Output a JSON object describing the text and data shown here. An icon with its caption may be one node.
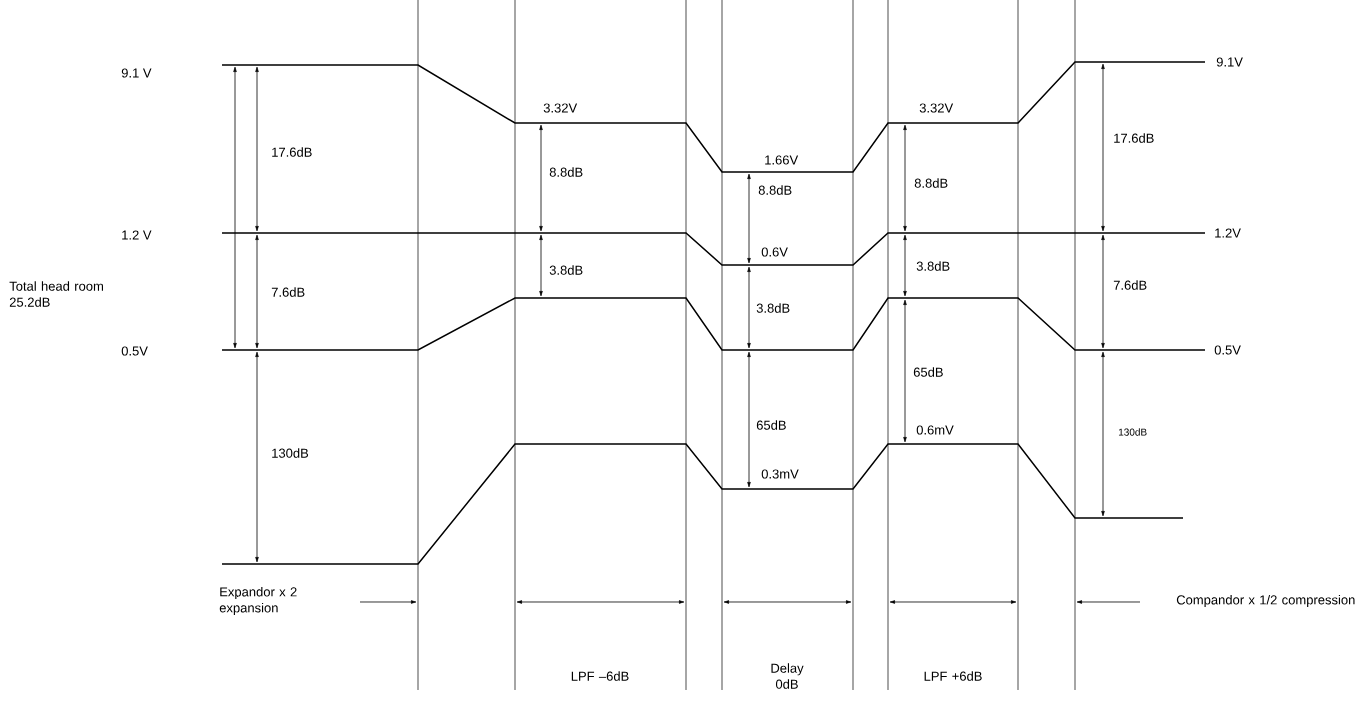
{
  "diagram": {
    "labels": [
      "9.1 V",
      "3.32V",
      "3.32V",
      "9.1V",
      "17.6dB",
      "17.6dB",
      "1.66V",
      "8.8dB",
      "8.8dB",
      "8.8dB",
      "1.2 V",
      "1.2V",
      "0.6V",
      "3.8dB",
      "3.8dB",
      "Total head room 25.2dB",
      "7.6dB",
      "7.6dB",
      "3.8dB",
      "0.5V",
      "0.5V",
      "65dB",
      "65dB",
      "0.6mV",
      "130dB",
      "130dB",
      "0.3mV",
      "Expandor x 2 expansion",
      "Compandor x 1/2 compression",
      "LPF –6dB",
      "Delay 0dB",
      "LPF +6dB"
    ]
  }
}
